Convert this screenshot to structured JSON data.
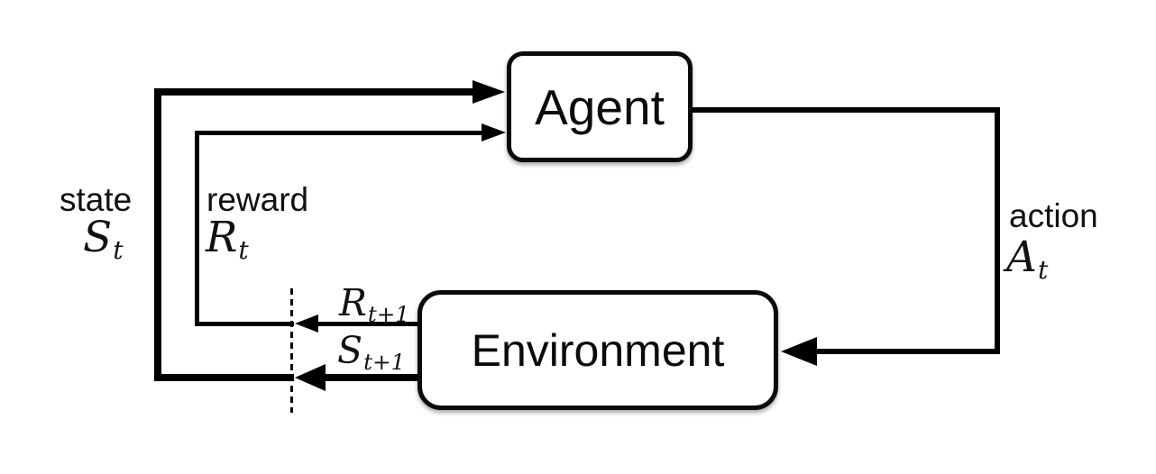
{
  "diagram": {
    "type": "flow-diagram",
    "topic": "agent-environment interaction loop",
    "colors": {
      "background": "#ffffff",
      "line": "#000000",
      "box_fill": "#ffffff",
      "box_border": "#0b0b0b",
      "text": "#111111"
    },
    "nodes": {
      "agent": {
        "label": "Agent"
      },
      "environment": {
        "label": "Environment"
      }
    },
    "labels": {
      "state": {
        "word": "state",
        "symbol": "S",
        "subscript": "t"
      },
      "reward": {
        "word": "reward",
        "symbol": "R",
        "subscript": "t"
      },
      "action": {
        "word": "action",
        "symbol": "A",
        "subscript": "t"
      },
      "next_reward": {
        "symbol": "R",
        "subscript": "t+1"
      },
      "next_state": {
        "symbol": "S",
        "subscript": "t+1"
      }
    },
    "edges": [
      {
        "name": "state",
        "from": "environment",
        "to": "agent",
        "style": "thick"
      },
      {
        "name": "reward",
        "from": "environment",
        "to": "agent",
        "style": "thin"
      },
      {
        "name": "action",
        "from": "agent",
        "to": "environment",
        "style": "medium"
      }
    ]
  }
}
